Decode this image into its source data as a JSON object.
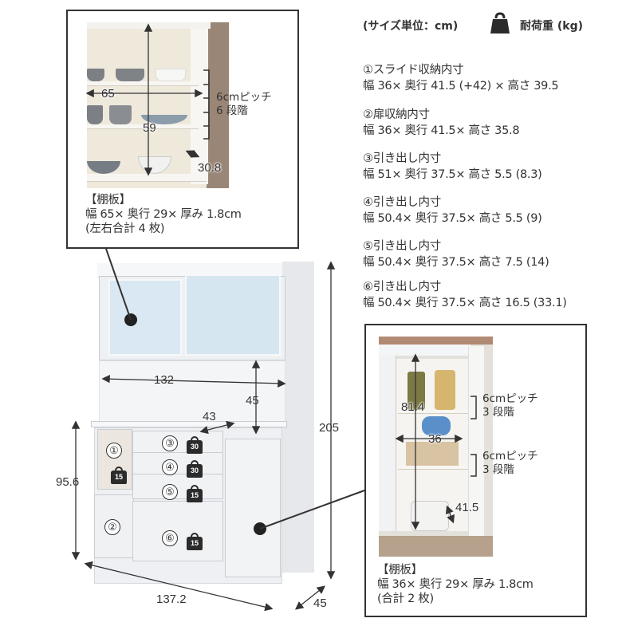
{
  "header": {
    "unit_label": "(サイズ単位：cm)",
    "weight_icon": "weight-bag-icon",
    "weight_label": "耐荷重 (kg)"
  },
  "specs": [
    {
      "title": "①スライド収納内寸",
      "value": "幅 36× 奥行 41.5 (+42) × 高さ 39.5"
    },
    {
      "title": "②扉収納内寸",
      "value": "幅 36× 奥行 41.5× 高さ 35.8"
    },
    {
      "title": "③引き出し内寸",
      "value": "幅 51× 奥行 37.5× 高さ 5.5 (8.3)"
    },
    {
      "title": "④引き出し内寸",
      "value": "幅 50.4× 奥行 37.5× 高さ 5.5 (9)"
    },
    {
      "title": "⑤引き出し内寸",
      "value": "幅 50.4× 奥行 37.5× 高さ 7.5 (14)"
    },
    {
      "title": "⑥引き出し内寸",
      "value": "幅 50.4× 奥行 37.5× 高さ 16.5 (33.1)"
    }
  ],
  "upper_detail": {
    "dims": {
      "width": "65",
      "height": "59",
      "depth": "30.8"
    },
    "pitch_note": {
      "line1": "6cmピッチ",
      "line2": "6 段階"
    },
    "caption": {
      "title": "【棚板】",
      "size": "幅 65× 奥行 29× 厚み 1.8cm",
      "count": "(左右合計 4 枚)"
    }
  },
  "lower_detail": {
    "dims": {
      "height": "81.4",
      "width": "36",
      "depth": "41.5"
    },
    "pitch_notes": [
      {
        "line1": "6cmピッチ",
        "line2": "3 段階"
      },
      {
        "line1": "6cmピッチ",
        "line2": "3 段階"
      }
    ],
    "caption": {
      "title": "【棚板】",
      "size": "幅 36× 奥行 29× 厚み 1.8cm",
      "count": "(合計 2 枚)"
    }
  },
  "cabinet": {
    "dims": {
      "total_height": "205",
      "counter_height": "95.6",
      "total_width": "137.2",
      "depth": "45",
      "open_width": "132",
      "open_height": "45",
      "counter_depth": "43"
    },
    "compartments": [
      {
        "number": "①",
        "load_kg": "15"
      },
      {
        "number": "②",
        "load_kg": ""
      },
      {
        "number": "③",
        "load_kg": "30"
      },
      {
        "number": "④",
        "load_kg": "30"
      },
      {
        "number": "⑤",
        "load_kg": "15"
      },
      {
        "number": "⑥",
        "load_kg": "15"
      }
    ]
  },
  "colors": {
    "text": "#333333",
    "border": "#333333",
    "cabinet_white": "#f3f4f6",
    "glass": "#d9e8f2",
    "badge": "#2b2b2b"
  }
}
